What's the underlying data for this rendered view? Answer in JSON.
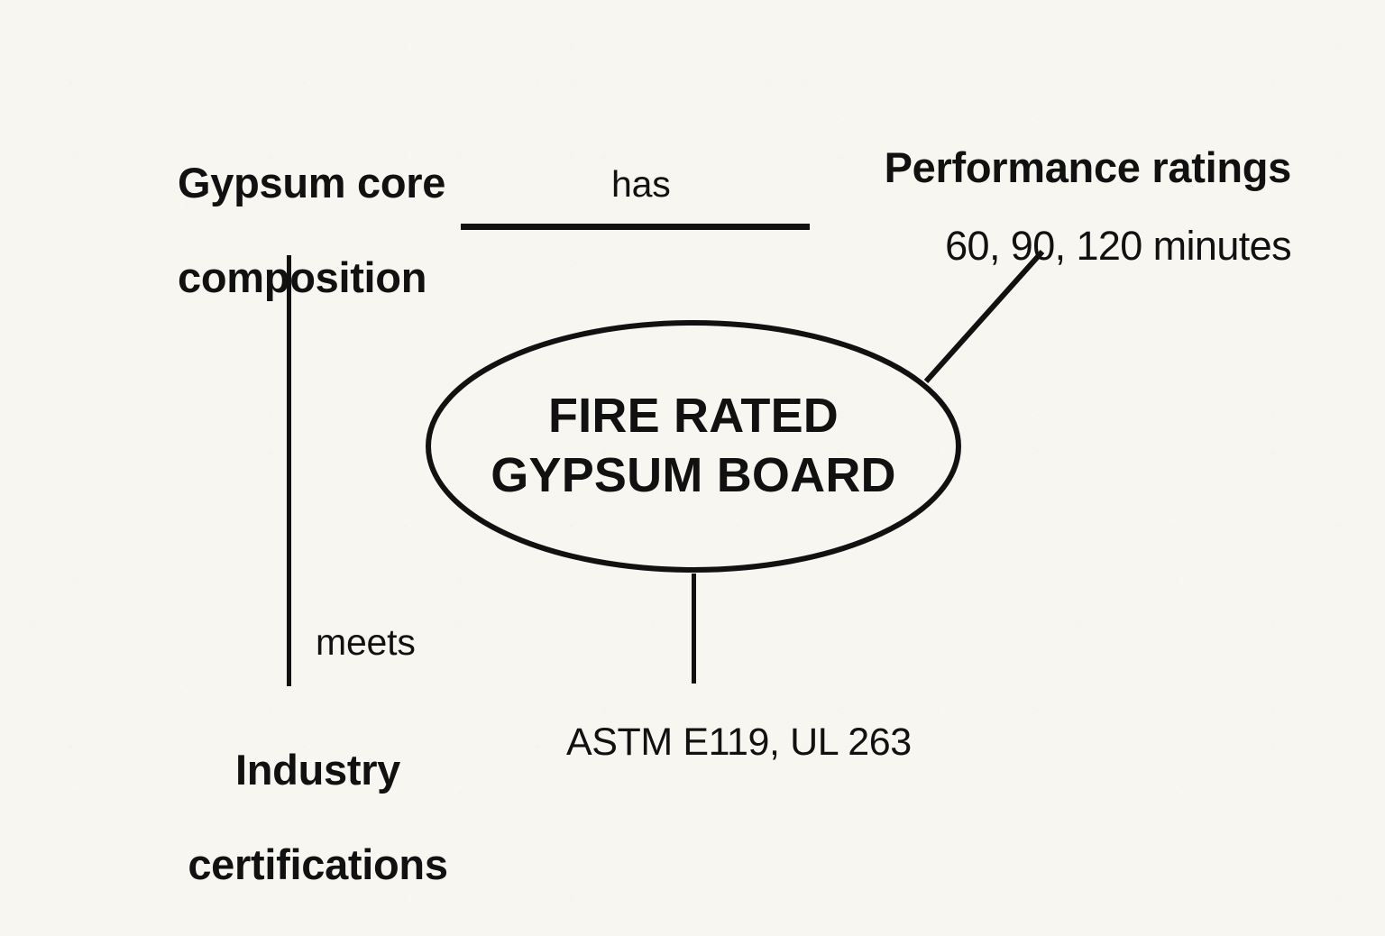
{
  "diagram": {
    "type": "concept-map",
    "background_color": "#f7f6f1",
    "stroke_color": "#111111",
    "central_node": {
      "shape": "ellipse",
      "line_1": "FIRE RATED",
      "line_2": "GYPSUM BOARD"
    },
    "nodes": [
      {
        "id": "gypsum-core",
        "position": "top-left",
        "weight": "bold",
        "line_1": "Gypsum core",
        "line_2": "composition"
      },
      {
        "id": "performance-ratings",
        "position": "top-right",
        "weight": "bold",
        "line_1": "Performance ratings",
        "line_2": "60, 90, 120 minutes"
      },
      {
        "id": "industry-certifications",
        "position": "bottom-left",
        "weight": "bold",
        "line_1": "Industry",
        "line_2": "certifications"
      },
      {
        "id": "standards",
        "position": "bottom-center",
        "weight": "regular",
        "line_1": "ASTM E119, UL 263"
      }
    ],
    "edge_labels": {
      "has": "has",
      "meets": "meets"
    }
  }
}
